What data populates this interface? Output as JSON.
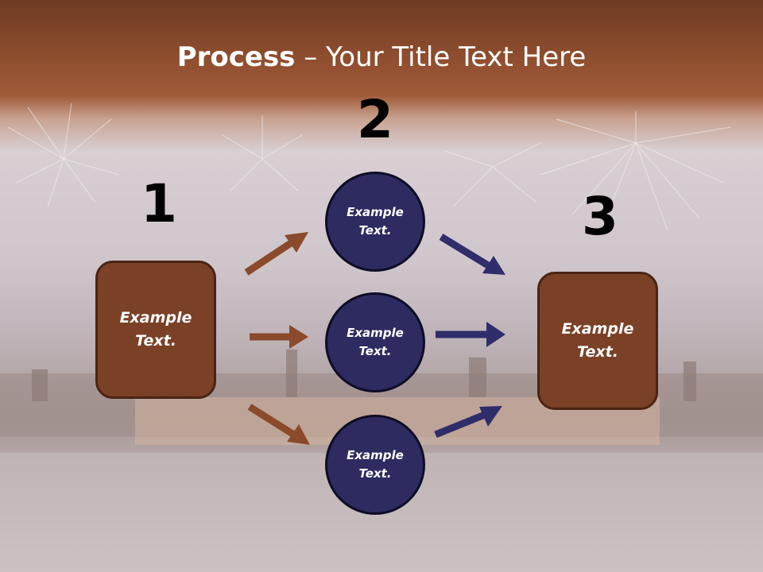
{
  "title": {
    "bold": "Process",
    "rest": " – Your Title Text Here"
  },
  "steps": {
    "one": "1",
    "two": "2",
    "three": "3"
  },
  "left_box": "Example\nText.",
  "right_box": "Example\nText.",
  "circles": [
    "Example\nText.",
    "Example\nText.",
    "Example\nText."
  ],
  "colors": {
    "brown": "#7a4127",
    "navy": "#2e2b61",
    "brown_arrow": "#8a4a2b",
    "navy_arrow": "#2f2d6a"
  }
}
